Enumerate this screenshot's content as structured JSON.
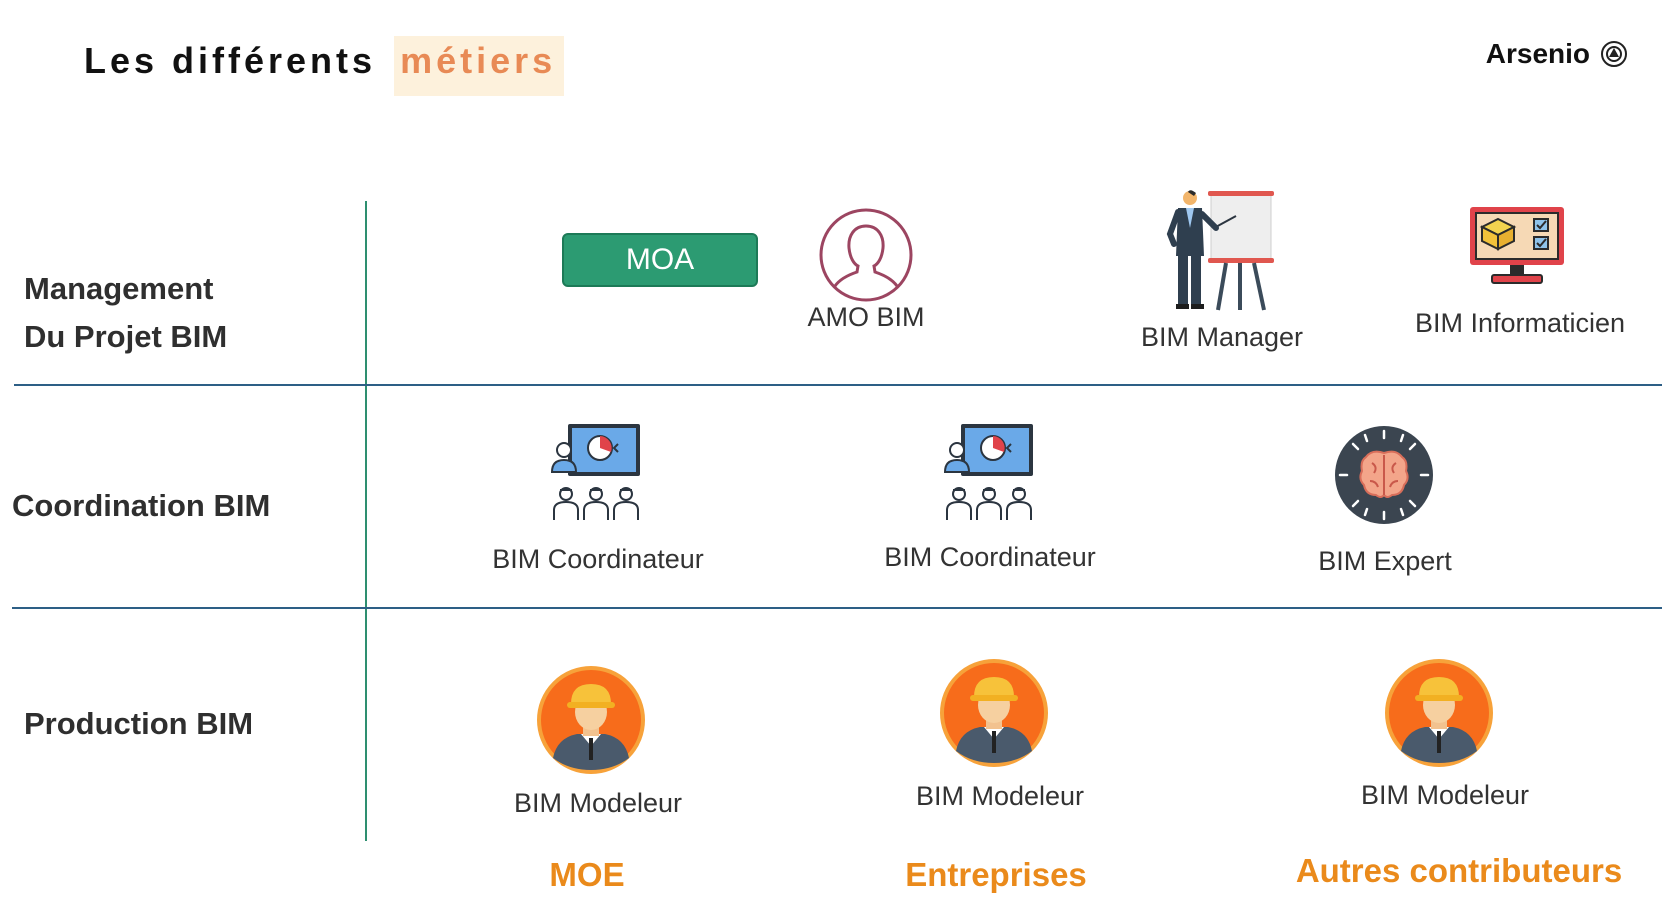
{
  "header": {
    "title_prefix": "Les différents",
    "title_highlight": "métiers",
    "brand": "Arsenio"
  },
  "rows": [
    {
      "label_line1": "Management",
      "label_line2": "Du Projet BIM"
    },
    {
      "label": "Coordination BIM"
    },
    {
      "label": "Production BIM"
    }
  ],
  "management": {
    "moa_label": "MOA",
    "amo": "AMO BIM",
    "manager": "BIM Manager",
    "informaticien": "BIM Informaticien"
  },
  "coordination": {
    "coord1": "BIM Coordinateur",
    "coord2": "BIM Coordinateur",
    "expert": "BIM Expert"
  },
  "production": {
    "modeleur1": "BIM Modeleur",
    "modeleur2": "BIM Modeleur",
    "modeleur3": "BIM Modeleur"
  },
  "columns": {
    "moe": "MOE",
    "entreprises": "Entreprises",
    "autres": "Autres contributeurs"
  },
  "colors": {
    "accent_orange": "#ea8a1b",
    "moa_green": "#2c9b72",
    "divider_green": "#2e8f70",
    "divider_blue": "#2d5f86"
  },
  "icons": [
    "person-outline-icon",
    "presenter-icon",
    "monitor-icon",
    "team-meeting-icon",
    "brain-icon",
    "worker-avatar-icon",
    "arsenio-logo-icon"
  ]
}
